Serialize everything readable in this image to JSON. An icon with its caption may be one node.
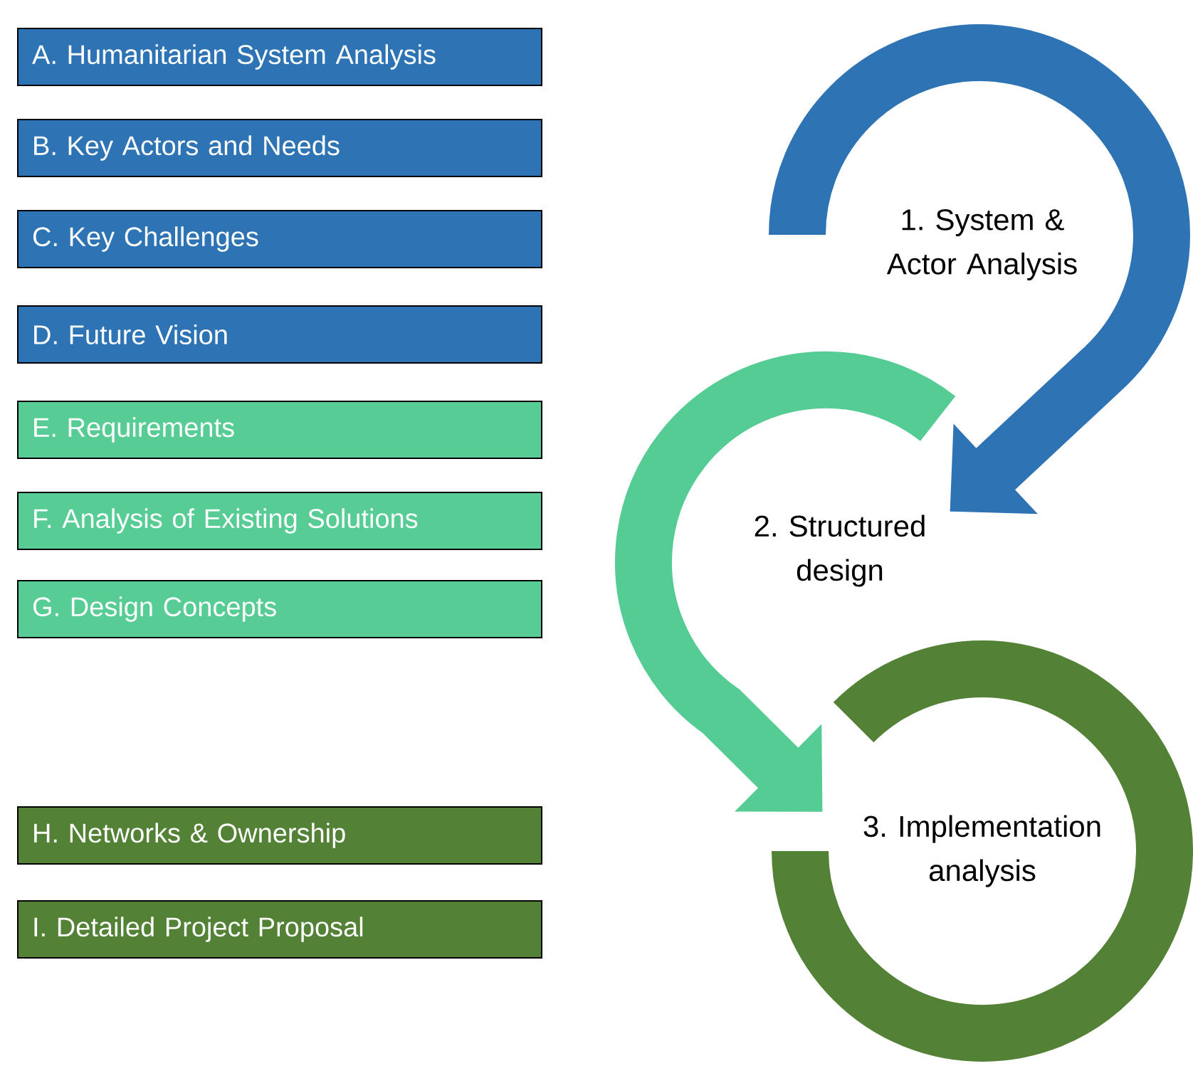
{
  "diagram": {
    "nodes": [
      {
        "text": [
          "A. Humanitarian System Analysis"
        ]
      },
      {
        "text": [
          "B. Key Actors and Needs"
        ]
      },
      {
        "text": [
          "C. Key Challenges"
        ]
      },
      {
        "text": [
          "D. Future Vision"
        ]
      },
      {
        "text": [
          "E. Requirements"
        ]
      },
      {
        "text": [
          "F. Analysis of Existing Solutions"
        ]
      },
      {
        "text": [
          "G. Design Concepts"
        ]
      },
      {
        "text": [
          "H. Networks & Ownership"
        ]
      },
      {
        "text": [
          "I. Detailed Project Proposal"
        ]
      },
      {
        "text": [
          "1. System & Actor Analysis"
        ]
      },
      {
        "text": [
          "2. Structured design"
        ]
      },
      {
        "text": [
          "3. Implementation analysis"
        ]
      }
    ],
    "edges": [
      {
        "from": 9,
        "to": 10,
        "arrow": "to",
        "color": "#2e74b5"
      },
      {
        "from": 10,
        "to": 11,
        "arrow": "to",
        "color": "#55cc93"
      }
    ]
  }
}
